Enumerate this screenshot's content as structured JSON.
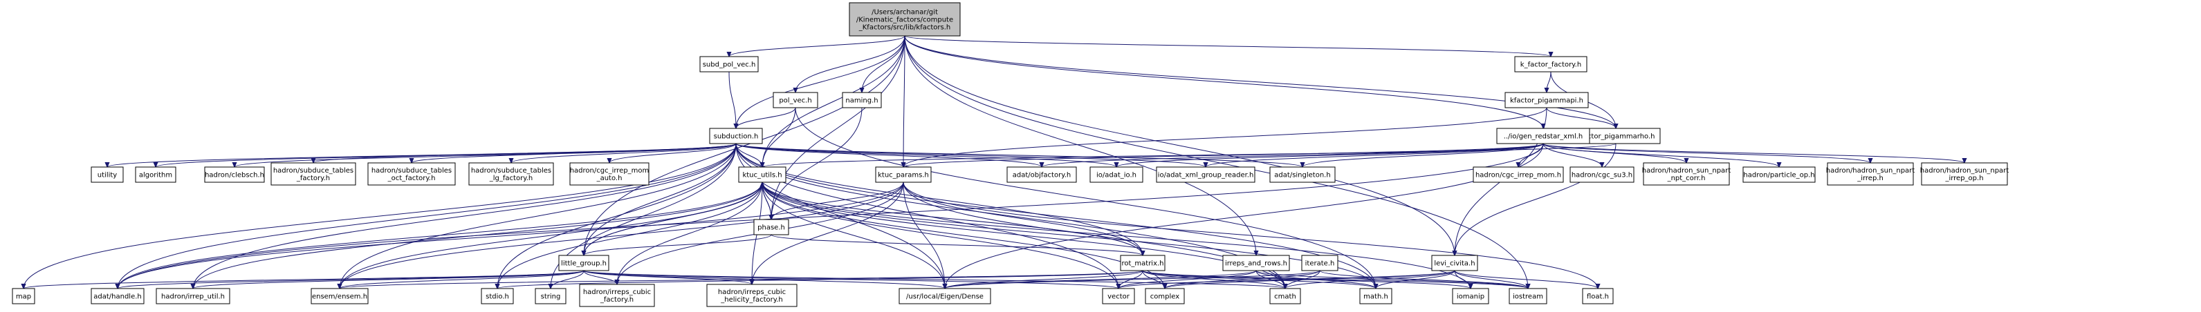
{
  "diagram": {
    "type": "include-dependency-graph",
    "edge_color": "#191970",
    "root_fill": "#bfbfbf",
    "nodes": [
      {
        "id": "root",
        "lines": [
          "/Users/archanar/git",
          "/Kinematic_factors/compute",
          "_Kfactors/src/lib/kfactors.h"
        ],
        "root": true
      },
      {
        "id": "subd_pol_vec",
        "lines": [
          "subd_pol_vec.h"
        ]
      },
      {
        "id": "pol_vec",
        "lines": [
          "pol_vec.h"
        ]
      },
      {
        "id": "naming",
        "lines": [
          "naming.h"
        ]
      },
      {
        "id": "k_factor_factory",
        "lines": [
          "k_factor_factory.h"
        ]
      },
      {
        "id": "kfactor_pigammapi",
        "lines": [
          "kfactor_pigammapi.h"
        ]
      },
      {
        "id": "kfactor_pigammarho",
        "lines": [
          "kfactor_pigammarho.h"
        ]
      },
      {
        "id": "subduction",
        "lines": [
          "subduction.h"
        ]
      },
      {
        "id": "gen_redstar",
        "lines": [
          "../io/gen_redstar_xml.h"
        ]
      },
      {
        "id": "utility",
        "lines": [
          "utility"
        ]
      },
      {
        "id": "algorithm",
        "lines": [
          "algorithm"
        ]
      },
      {
        "id": "clebsch",
        "lines": [
          "hadron/clebsch.h"
        ]
      },
      {
        "id": "subduce_factory",
        "lines": [
          "hadron/subduce_tables",
          "_factory.h"
        ]
      },
      {
        "id": "subduce_oct",
        "lines": [
          "hadron/subduce_tables",
          "_oct_factory.h"
        ]
      },
      {
        "id": "subduce_lg",
        "lines": [
          "hadron/subduce_tables",
          "_lg_factory.h"
        ]
      },
      {
        "id": "cgc_irrep_mom_auto",
        "lines": [
          "hadron/cgc_irrep_mom",
          "_auto.h"
        ]
      },
      {
        "id": "ktuc_utils",
        "lines": [
          "ktuc_utils.h"
        ]
      },
      {
        "id": "ktuc_params",
        "lines": [
          "ktuc_params.h"
        ]
      },
      {
        "id": "objfactory",
        "lines": [
          "adat/objfactory.h"
        ]
      },
      {
        "id": "adat_io",
        "lines": [
          "io/adat_io.h"
        ]
      },
      {
        "id": "xml_group_reader",
        "lines": [
          "io/adat_xml_group_reader.h"
        ]
      },
      {
        "id": "singleton",
        "lines": [
          "adat/singleton.h"
        ]
      },
      {
        "id": "cgc_irrep_mom",
        "lines": [
          "hadron/cgc_irrep_mom.h"
        ]
      },
      {
        "id": "cgc_su3",
        "lines": [
          "hadron/cgc_su3.h"
        ]
      },
      {
        "id": "sun_npart_npt",
        "lines": [
          "hadron/hadron_sun_npart",
          "_npt_corr.h"
        ]
      },
      {
        "id": "particle_op",
        "lines": [
          "hadron/particle_op.h"
        ]
      },
      {
        "id": "sun_npart_irrep",
        "lines": [
          "hadron/hadron_sun_npart",
          "_irrep.h"
        ]
      },
      {
        "id": "sun_npart_irrep_op",
        "lines": [
          "hadron/hadron_sun_npart",
          "_irrep_op.h"
        ]
      },
      {
        "id": "phase",
        "lines": [
          "phase.h"
        ]
      },
      {
        "id": "little_group",
        "lines": [
          "little_group.h"
        ]
      },
      {
        "id": "rot_matrix",
        "lines": [
          "rot_matrix.h"
        ]
      },
      {
        "id": "irreps_and_rows",
        "lines": [
          "irreps_and_rows.h"
        ]
      },
      {
        "id": "iterate",
        "lines": [
          "iterate.h"
        ]
      },
      {
        "id": "levi_civita",
        "lines": [
          "levi_civita.h"
        ]
      },
      {
        "id": "map",
        "lines": [
          "map"
        ]
      },
      {
        "id": "handle",
        "lines": [
          "adat/handle.h"
        ]
      },
      {
        "id": "irrep_util",
        "lines": [
          "hadron/irrep_util.h"
        ]
      },
      {
        "id": "ensem",
        "lines": [
          "ensem/ensem.h"
        ]
      },
      {
        "id": "stdio",
        "lines": [
          "stdio.h"
        ]
      },
      {
        "id": "string",
        "lines": [
          "string"
        ]
      },
      {
        "id": "cubic_factory",
        "lines": [
          "hadron/irreps_cubic",
          "_factory.h"
        ]
      },
      {
        "id": "cubic_helicity",
        "lines": [
          "hadron/irreps_cubic",
          "_helicity_factory.h"
        ]
      },
      {
        "id": "eigen_dense",
        "lines": [
          "/usr/local/Eigen/Dense"
        ]
      },
      {
        "id": "vector",
        "lines": [
          "vector"
        ]
      },
      {
        "id": "complex",
        "lines": [
          "complex"
        ]
      },
      {
        "id": "cmath",
        "lines": [
          "cmath"
        ]
      },
      {
        "id": "math",
        "lines": [
          "math.h"
        ]
      },
      {
        "id": "iomanip",
        "lines": [
          "iomanip"
        ]
      },
      {
        "id": "iostream",
        "lines": [
          "iostream"
        ]
      },
      {
        "id": "float",
        "lines": [
          "float.h"
        ]
      }
    ],
    "edges": [
      [
        "root",
        "subd_pol_vec"
      ],
      [
        "root",
        "pol_vec"
      ],
      [
        "root",
        "naming"
      ],
      [
        "root",
        "k_factor_factory"
      ],
      [
        "root",
        "kfactor_pigammarho"
      ],
      [
        "root",
        "subduction"
      ],
      [
        "root",
        "gen_redstar"
      ],
      [
        "root",
        "ktuc_utils"
      ],
      [
        "root",
        "ktuc_params"
      ],
      [
        "root",
        "phase"
      ],
      [
        "root",
        "little_group"
      ],
      [
        "root",
        "irreps_and_rows"
      ],
      [
        "root",
        "levi_civita"
      ],
      [
        "root",
        "iostream"
      ],
      [
        "subd_pol_vec",
        "subduction"
      ],
      [
        "pol_vec",
        "subduction"
      ],
      [
        "pol_vec",
        "ktuc_utils"
      ],
      [
        "pol_vec",
        "math"
      ],
      [
        "naming",
        "phase"
      ],
      [
        "k_factor_factory",
        "kfactor_pigammapi"
      ],
      [
        "k_factor_factory",
        "kfactor_pigammarho"
      ],
      [
        "kfactor_pigammapi",
        "kfactor_pigammarho"
      ],
      [
        "kfactor_pigammapi",
        "ktuc_params"
      ],
      [
        "kfactor_pigammapi",
        "levi_civita"
      ],
      [
        "kfactor_pigammarho",
        "ktuc_utils"
      ],
      [
        "kfactor_pigammarho",
        "levi_civita"
      ],
      [
        "subduction",
        "utility"
      ],
      [
        "subduction",
        "algorithm"
      ],
      [
        "subduction",
        "clebsch"
      ],
      [
        "subduction",
        "subduce_factory"
      ],
      [
        "subduction",
        "subduce_oct"
      ],
      [
        "subduction",
        "subduce_lg"
      ],
      [
        "subduction",
        "cgc_irrep_mom_auto"
      ],
      [
        "subduction",
        "ktuc_utils"
      ],
      [
        "subduction",
        "objfactory"
      ],
      [
        "subduction",
        "adat_io"
      ],
      [
        "subduction",
        "xml_group_reader"
      ],
      [
        "subduction",
        "singleton"
      ],
      [
        "subduction",
        "rot_matrix"
      ],
      [
        "subduction",
        "map"
      ],
      [
        "subduction",
        "handle"
      ],
      [
        "subduction",
        "irrep_util"
      ],
      [
        "subduction",
        "ensem"
      ],
      [
        "subduction",
        "stdio"
      ],
      [
        "subduction",
        "string"
      ],
      [
        "subduction",
        "eigen_dense"
      ],
      [
        "subduction",
        "vector"
      ],
      [
        "subduction",
        "cmath"
      ],
      [
        "subduction",
        "math"
      ],
      [
        "subduction",
        "little_group"
      ],
      [
        "gen_redstar",
        "objfactory"
      ],
      [
        "gen_redstar",
        "adat_io"
      ],
      [
        "gen_redstar",
        "xml_group_reader"
      ],
      [
        "gen_redstar",
        "singleton"
      ],
      [
        "gen_redstar",
        "cgc_irrep_mom"
      ],
      [
        "gen_redstar",
        "cgc_su3"
      ],
      [
        "gen_redstar",
        "sun_npart_npt"
      ],
      [
        "gen_redstar",
        "particle_op"
      ],
      [
        "gen_redstar",
        "sun_npart_irrep"
      ],
      [
        "gen_redstar",
        "sun_npart_irrep_op"
      ],
      [
        "gen_redstar",
        "ktuc_params"
      ],
      [
        "gen_redstar",
        "handle"
      ],
      [
        "gen_redstar",
        "eigen_dense"
      ],
      [
        "ktuc_utils",
        "phase"
      ],
      [
        "ktuc_utils",
        "little_group"
      ],
      [
        "ktuc_utils",
        "rot_matrix"
      ],
      [
        "ktuc_utils",
        "handle"
      ],
      [
        "ktuc_utils",
        "irrep_util"
      ],
      [
        "ktuc_utils",
        "ensem"
      ],
      [
        "ktuc_utils",
        "stdio"
      ],
      [
        "ktuc_utils",
        "cubic_factory"
      ],
      [
        "ktuc_utils",
        "cubic_helicity"
      ],
      [
        "ktuc_utils",
        "eigen_dense"
      ],
      [
        "ktuc_utils",
        "vector"
      ],
      [
        "ktuc_utils",
        "complex"
      ],
      [
        "ktuc_utils",
        "cmath"
      ],
      [
        "ktuc_utils",
        "math"
      ],
      [
        "ktuc_utils",
        "iomanip"
      ],
      [
        "ktuc_params",
        "phase"
      ],
      [
        "ktuc_params",
        "rot_matrix"
      ],
      [
        "ktuc_params",
        "handle"
      ],
      [
        "ktuc_params",
        "ensem"
      ],
      [
        "ktuc_params",
        "cubic_factory"
      ],
      [
        "ktuc_params",
        "cubic_helicity"
      ],
      [
        "ktuc_params",
        "eigen_dense"
      ],
      [
        "ktuc_params",
        "cmath"
      ],
      [
        "ktuc_params",
        "float"
      ],
      [
        "phase",
        "ktuc_utils"
      ],
      [
        "phase",
        "little_group"
      ],
      [
        "phase",
        "rot_matrix"
      ],
      [
        "little_group",
        "ktuc_utils"
      ],
      [
        "little_group",
        "map"
      ],
      [
        "little_group",
        "handle"
      ],
      [
        "little_group",
        "irrep_util"
      ],
      [
        "little_group",
        "ensem"
      ],
      [
        "little_group",
        "string"
      ],
      [
        "little_group",
        "cubic_factory"
      ],
      [
        "little_group",
        "cubic_helicity"
      ],
      [
        "little_group",
        "eigen_dense"
      ],
      [
        "little_group",
        "vector"
      ],
      [
        "little_group",
        "cmath"
      ],
      [
        "rot_matrix",
        "ensem"
      ],
      [
        "rot_matrix",
        "stdio"
      ],
      [
        "rot_matrix",
        "eigen_dense"
      ],
      [
        "rot_matrix",
        "vector"
      ],
      [
        "rot_matrix",
        "complex"
      ],
      [
        "rot_matrix",
        "cmath"
      ],
      [
        "rot_matrix",
        "math"
      ],
      [
        "rot_matrix",
        "iomanip"
      ],
      [
        "rot_matrix",
        "iostream"
      ],
      [
        "irreps_and_rows",
        "eigen_dense"
      ],
      [
        "irreps_and_rows",
        "vector"
      ],
      [
        "irreps_and_rows",
        "cmath"
      ],
      [
        "irreps_and_rows",
        "math"
      ],
      [
        "irreps_and_rows",
        "iostream"
      ],
      [
        "iterate",
        "eigen_dense"
      ],
      [
        "iterate",
        "complex"
      ],
      [
        "iterate",
        "cmath"
      ],
      [
        "iterate",
        "iostream"
      ],
      [
        "levi_civita",
        "vector"
      ],
      [
        "levi_civita",
        "complex"
      ],
      [
        "levi_civita",
        "cmath"
      ],
      [
        "levi_civita",
        "math"
      ],
      [
        "levi_civita",
        "iomanip"
      ],
      [
        "levi_civita",
        "iostream"
      ],
      [
        "levi_civita",
        "float"
      ]
    ]
  }
}
